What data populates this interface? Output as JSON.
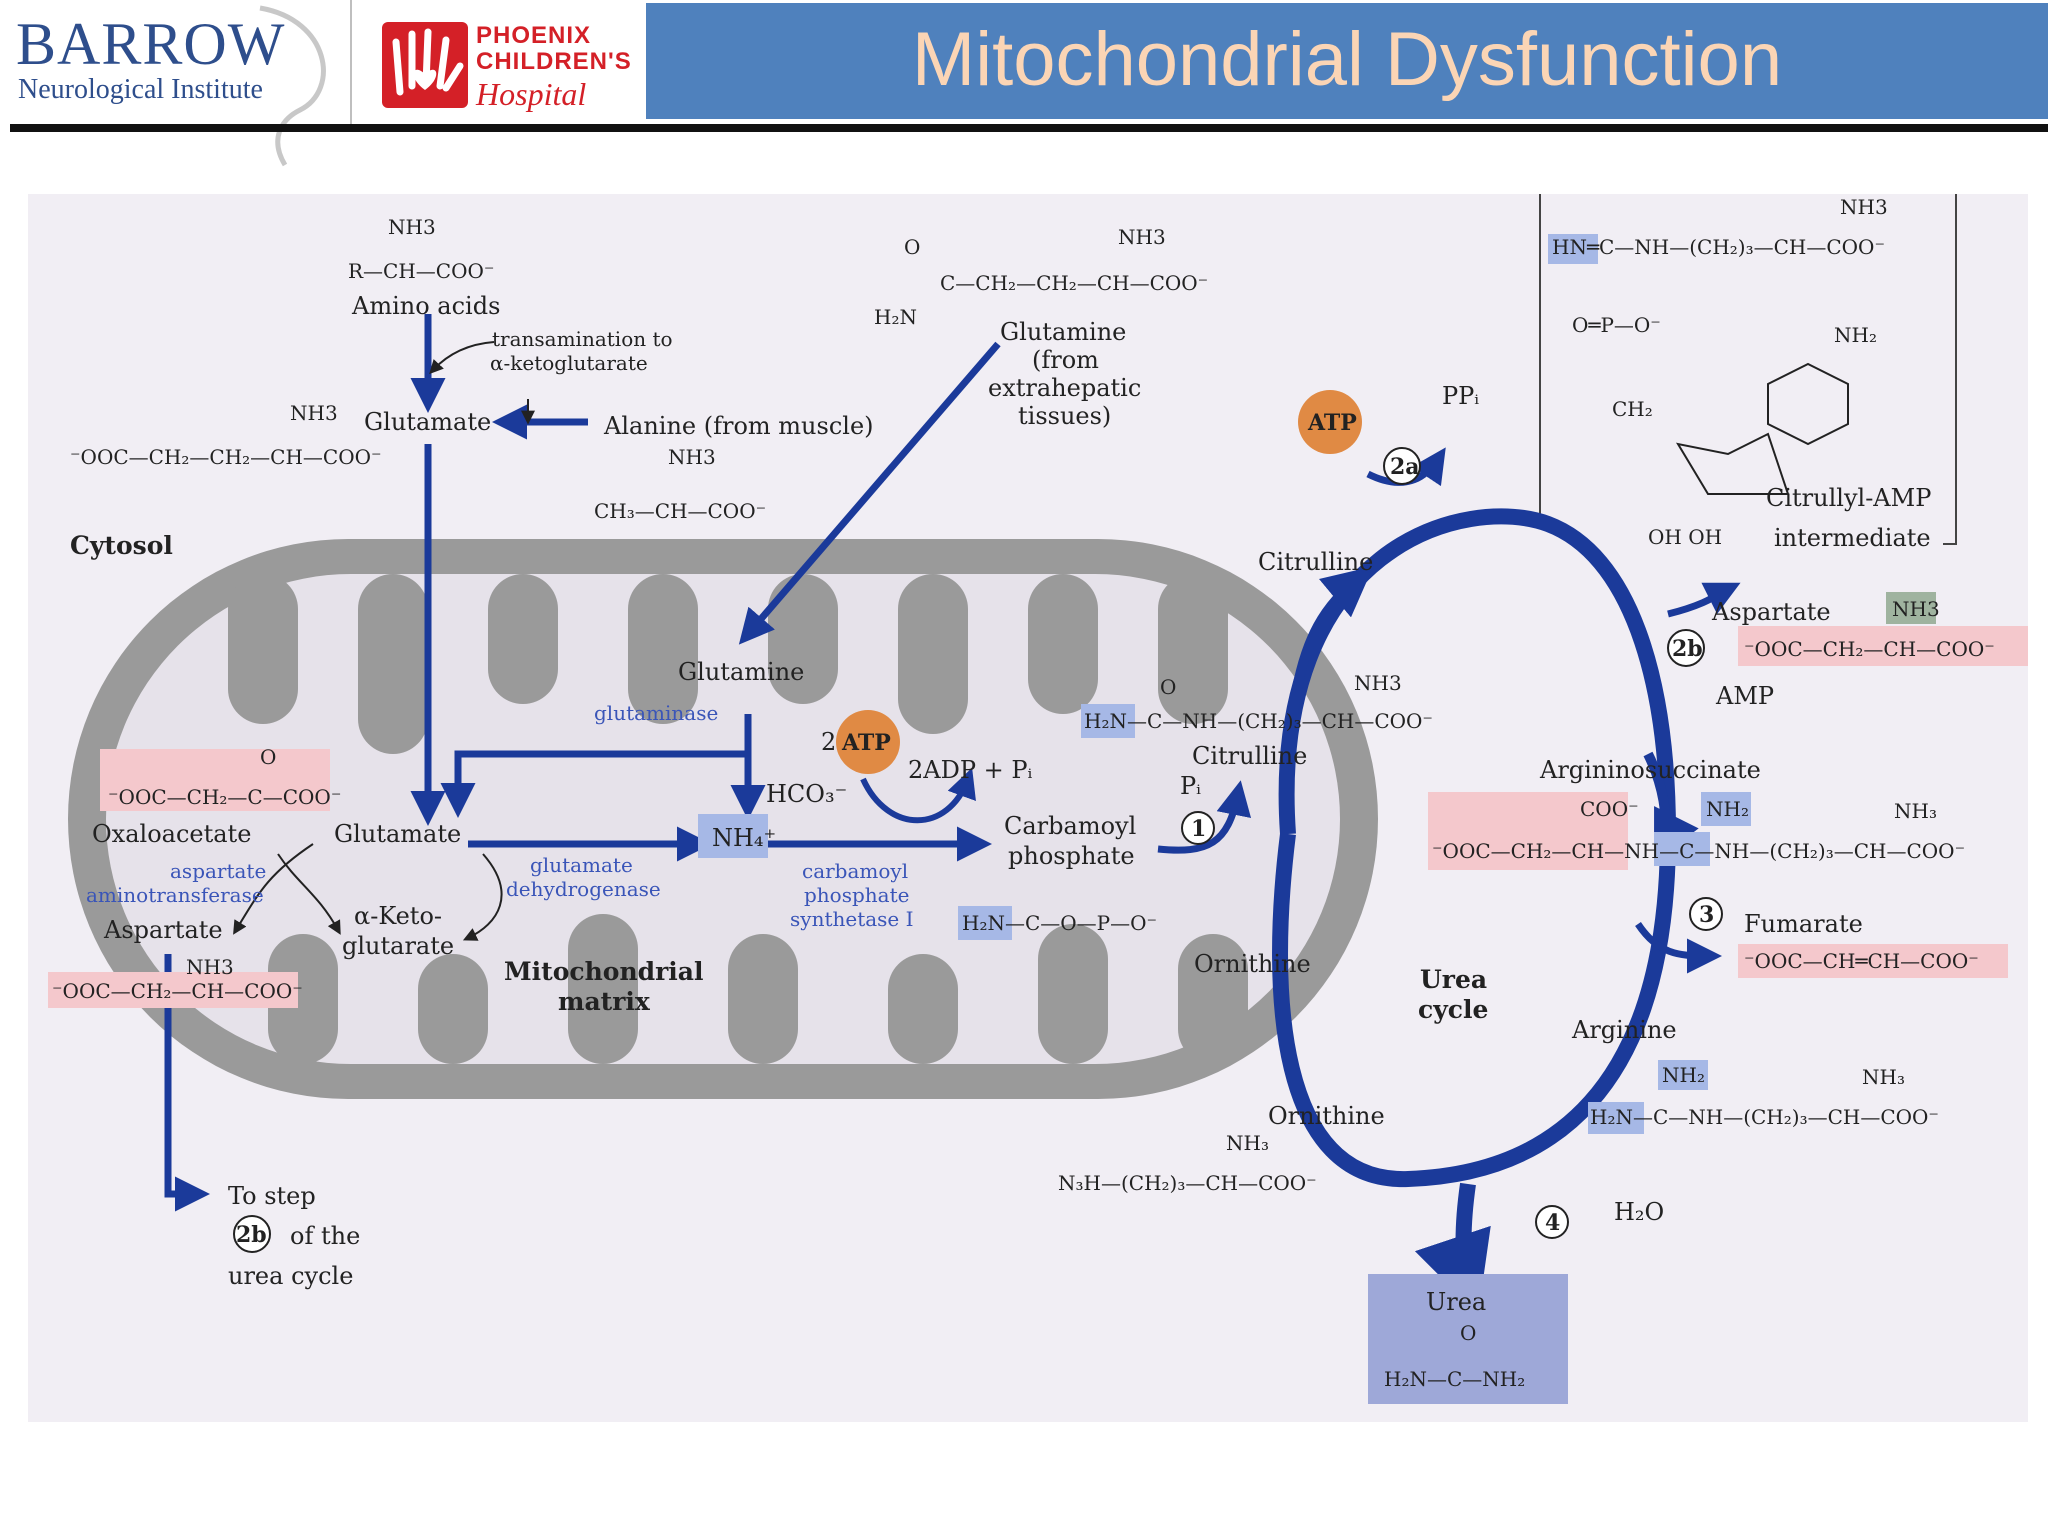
{
  "header": {
    "barrow_name": "BARROW",
    "barrow_subtitle": "Neurological Institute",
    "pch_line1": "PHOENIX",
    "pch_line2": "CHILDREN'S",
    "pch_line3": "Hospital",
    "slide_title": "Mitochondrial Dysfunction",
    "colors": {
      "title_bar": "#4f81bd",
      "title_text": "#fbd5b5",
      "brand_red": "#d42027",
      "brand_blue": "#2e4e8c"
    }
  },
  "diagram": {
    "compartments": {
      "cytosol": "Cytosol",
      "matrix_line1": "Mitochondrial",
      "matrix_line2": "matrix",
      "urea_line1": "Urea",
      "urea_line2": "cycle"
    },
    "formulas": {
      "amino_nh3": "NH3",
      "amino_formula": "R—CH—COO⁻",
      "amino_acids": "Amino acids",
      "transamination_1": "transamination to",
      "transamination_2": "α-ketoglutarate",
      "glu_top_nh3": "NH3",
      "glutamate_top": "Glutamate",
      "glu_top_formula": "⁻OOC—CH₂—CH₂—CH—COO⁻",
      "alanine": "Alanine (from muscle)",
      "ala_nh3": "NH3",
      "ala_formula": "CH₃—CH—COO⁻",
      "gln_o": "O",
      "gln_h2n": "H₂N",
      "gln_formula": "C—CH₂—CH₂—CH—COO⁻",
      "gln_nh3": "NH3",
      "glutamine_ext_1": "Glutamine",
      "glutamine_ext_2": "(from",
      "glutamine_ext_3": "extrahepatic",
      "glutamine_ext_4": "tissues)",
      "atp_top": "ATP",
      "ppi": "PPᵢ",
      "step_2a": "2a",
      "cit_amp_nh3": "NH3",
      "cit_amp_formula": "HN═C—NH—(CH₂)₃—CH—COO⁻",
      "cit_amp_phos": "O═P—O⁻",
      "adenine_nh2": "NH₂",
      "ch2": "CH₂",
      "oh_oh": "OH   OH",
      "cit_amp_label_1": "Citrullyl-AMP",
      "cit_amp_label_2": "intermediate",
      "citrulline_top": "Citrulline",
      "aspartate_r": "Aspartate",
      "asp_r_nh3": "NH3",
      "asp_r_formula": "⁻OOC—CH₂—CH—COO⁻",
      "step_2b": "2b",
      "amp": "AMP",
      "glutamine_mat": "Glutamine",
      "glutaminase": "glutaminase",
      "atp2": "ATP",
      "atp2_num": "2",
      "adp": "2ADP + Pᵢ",
      "hco3": "HCO₃⁻",
      "nh4": "NH₄⁺",
      "oaa_o": "O",
      "oaa_formula": "⁻OOC—CH₂—C—COO⁻",
      "oxaloacetate": "Oxaloacetate",
      "glutamate_mat": "Glutamate",
      "ast_1": "aspartate",
      "ast_2": "aminotransferase",
      "aspartate_l": "Aspartate",
      "akg_1": "α-Keto-",
      "akg_2": "glutarate",
      "gdh_1": "glutamate",
      "gdh_2": "dehydrogenase",
      "cps_1": "carbamoyl",
      "cps_2": "phosphate",
      "cps_3": "synthetase I",
      "carbamoyl_1": "Carbamoyl",
      "carbamoyl_2": "phosphate",
      "cp_formula": "H₂N—C—O—P—O⁻",
      "asp_l_nh3": "NH3",
      "asp_l_formula": "⁻OOC—CH₂—CH—COO⁻",
      "cit_mid_o": "O",
      "cit_mid_nh3": "NH3",
      "cit_mid_formula": "H₂N—C—NH—(CH₂)₃—CH—COO⁻",
      "citrulline_mid": "Citrulline",
      "pi": "Pᵢ",
      "step_1": "1",
      "ornithine_mid": "Ornithine",
      "argsucc": "Argininosuccinate",
      "as_coo": "COO⁻",
      "as_nh2": "NH₂",
      "as_nh3": "NH₃",
      "as_formula": "⁻OOC—CH₂—CH—NH—C—NH—(CH₂)₃—CH—COO⁻",
      "step_3": "3",
      "fumarate": "Fumarate",
      "fum_formula": "⁻OOC—CH═CH—COO⁻",
      "arginine": "Arginine",
      "arg_nh2": "NH₂",
      "arg_nh3": "NH₃",
      "arg_formula": "H₂N—C—NH—(CH₂)₃—CH—COO⁻",
      "ornithine_bot": "Ornithine",
      "orn_nh3": "NH₃",
      "orn_formula": "N₃H—(CH₂)₃—CH—COO⁻",
      "step_4": "4",
      "h2o": "H₂O",
      "urea": "Urea",
      "urea_o": "O",
      "urea_formula": "H₂N—C—NH₂",
      "to_step": "To step",
      "to_step_2b": "2b",
      "of_the": "of the",
      "urea_cycle_txt": "urea cycle"
    }
  }
}
